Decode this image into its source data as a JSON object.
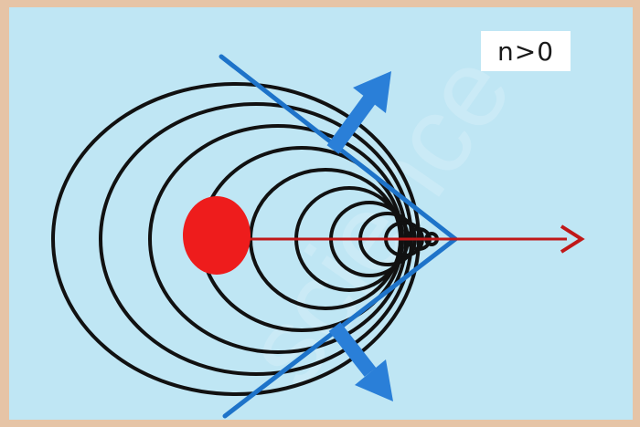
{
  "figure": {
    "condition_label": "n>0",
    "watermark_text": "science",
    "colors": {
      "background": "#bfe6f4",
      "frame": "#e6c4a6",
      "wavefront": "#111111",
      "source": "#ee1c1c",
      "velocity_arrow": "#c01818",
      "cone_lines": "#1e73c9",
      "radiation_arrows": "#2a7fd8"
    },
    "icons": [
      "moving-charge-source",
      "velocity-arrow",
      "cherenkov-cone",
      "radiation-arrow-up",
      "radiation-arrow-down"
    ]
  }
}
